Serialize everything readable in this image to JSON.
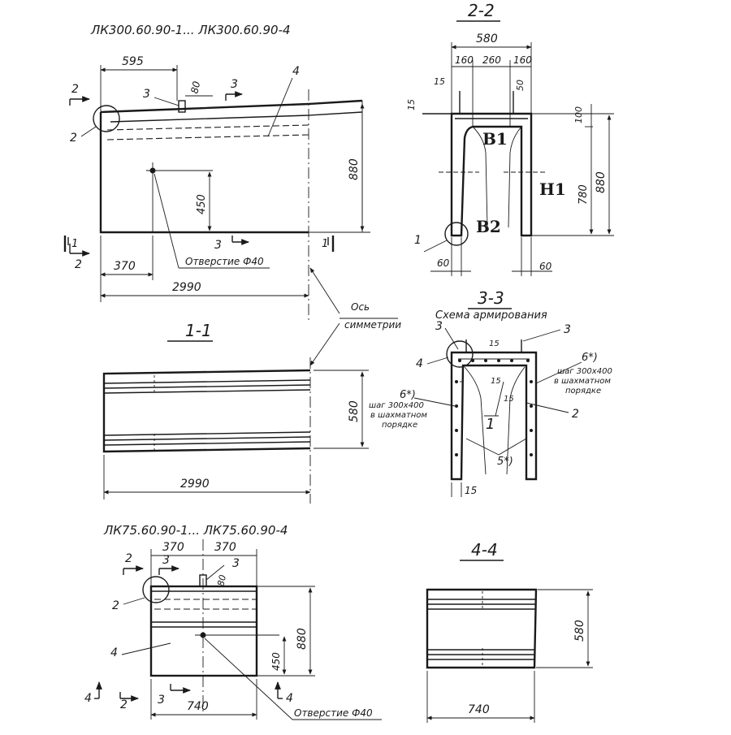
{
  "accent_color": "#d42020",
  "top_left": {
    "title": "ЛК300.60.90-1... ЛК300.60.90-4",
    "dims": {
      "top": "595",
      "hole_offset": "370",
      "length": "2990",
      "height": "880",
      "hole_height": "450",
      "hole_small": "80"
    },
    "callouts": {
      "c2": "2",
      "c3": "3",
      "c3b": "3",
      "c4": "4"
    },
    "section_marks": {
      "s2_top": "2",
      "s2_bot": "2",
      "s3_bot": "3",
      "s1_left": "1",
      "s1_right": "1",
      "s3_top": "3"
    },
    "hole_note": "Отверстие Ф40"
  },
  "axis_note": {
    "line1": "Ось",
    "line2": "симметрии"
  },
  "section_1_1": {
    "title": "1-1",
    "dims": {
      "height": "580",
      "length": "2990"
    }
  },
  "section_2_2": {
    "title": "2-2",
    "dims": {
      "width": "580",
      "left": "160",
      "mid": "260",
      "right": "160",
      "d15a": "15",
      "d15b": "15",
      "d50": "50",
      "d100": "100",
      "h780": "780",
      "h880": "880",
      "d60a": "60",
      "d60b": "60"
    },
    "callout": "1",
    "labels": {
      "b1": "B1",
      "h1": "H1",
      "b2": "B2"
    }
  },
  "section_3_3": {
    "title": "3-3",
    "subtitle": "Схема армирования",
    "callouts": {
      "c3a": "3",
      "c3b": "3",
      "c4": "4",
      "c1": "1",
      "c2": "2",
      "c5": "5*)",
      "c6a": "6*)",
      "c6b": "6*)"
    },
    "dims": {
      "d15a": "15",
      "d15b": "15",
      "d15c": "15",
      "d15d": "15"
    },
    "note_left": {
      "line1": "шаг 300х400",
      "line2": "в шахматном",
      "line3": "порядке"
    },
    "note_right": {
      "line1": "шаг 300х400",
      "line2": "в шахматном",
      "line3": "порядке"
    }
  },
  "bottom_left": {
    "title": "ЛК75.60.90-1... ЛК75.60.90-4",
    "dims": {
      "left": "370",
      "right": "370",
      "length": "740",
      "height": "880",
      "hole_height": "450",
      "hole_small": "80"
    },
    "callouts": {
      "c2": "2",
      "c2b": "2",
      "c3": "3",
      "c3b": "3",
      "c4": "4"
    },
    "section_marks": {
      "s2": "2",
      "s3": "3",
      "s3b": "3",
      "s4a": "4",
      "s4b": "4"
    },
    "hole_note": "Отверстие Ф40"
  },
  "section_4_4": {
    "title": "4-4",
    "dims": {
      "height": "580",
      "length": "740"
    }
  }
}
